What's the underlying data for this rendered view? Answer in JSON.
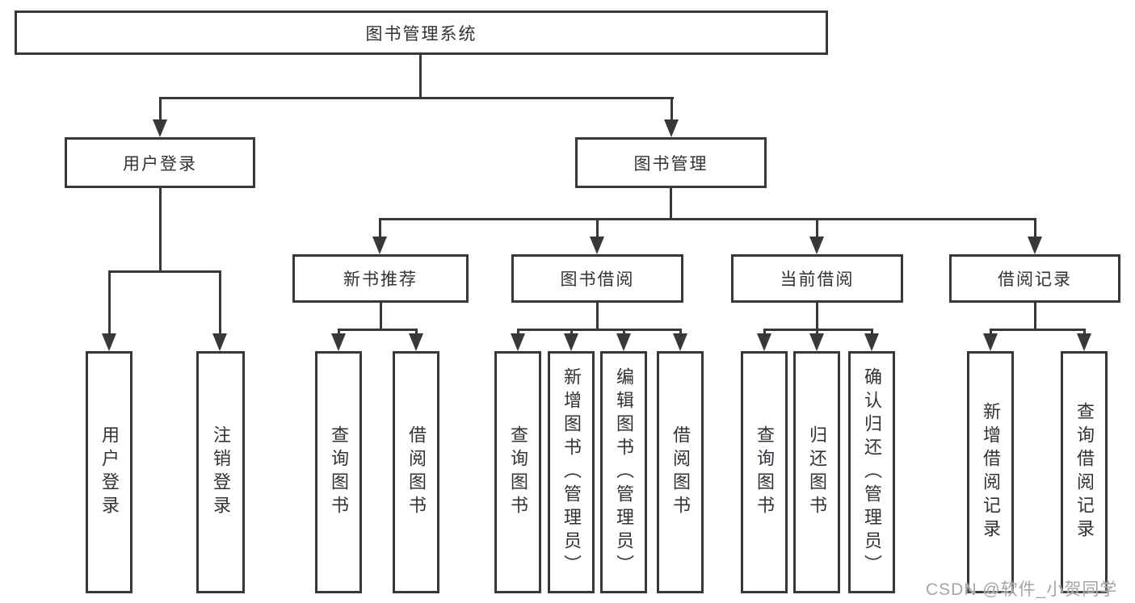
{
  "diagram_type": "hierarchy-tree",
  "tree": {
    "root": {
      "label": "图书管理系统",
      "children": [
        {
          "label": "用户登录",
          "children": [
            {
              "label": "用户登录"
            },
            {
              "label": "注销登录"
            }
          ]
        },
        {
          "label": "图书管理",
          "children": [
            {
              "label": "新书推荐",
              "children": [
                {
                  "label": "查询图书"
                },
                {
                  "label": "借阅图书"
                }
              ]
            },
            {
              "label": "图书借阅",
              "children": [
                {
                  "label": "查询图书"
                },
                {
                  "label": "新增图书（管理员）"
                },
                {
                  "label": "编辑图书（管理员）"
                },
                {
                  "label": "借阅图书"
                }
              ]
            },
            {
              "label": "当前借阅",
              "children": [
                {
                  "label": "查询图书"
                },
                {
                  "label": "归还图书"
                },
                {
                  "label": "确认归还（管理员）"
                }
              ]
            },
            {
              "label": "借阅记录",
              "children": [
                {
                  "label": "新增借阅记录"
                },
                {
                  "label": "查询借阅记录"
                }
              ]
            }
          ]
        }
      ]
    }
  },
  "watermark": {
    "text": "CSDN @软件_小贺同学"
  },
  "colors": {
    "line": "#383838",
    "text": "#2f3337",
    "watermark": "#a2a6aa",
    "background": "#ffffff"
  }
}
